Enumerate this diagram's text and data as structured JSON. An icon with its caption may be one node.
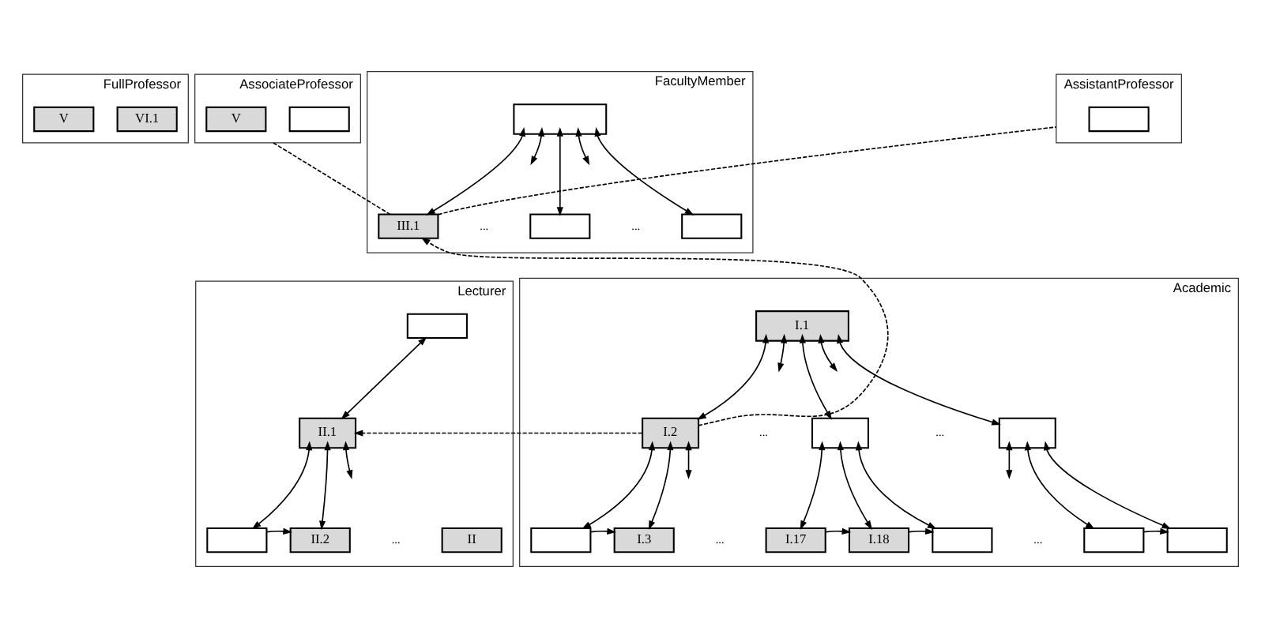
{
  "diagram": {
    "nodes": [
      {
        "text": [
          "FullProfessor"
        ]
      },
      {
        "text": [
          "VI.1"
        ],
        "in": 0
      },
      {
        "text": [
          "V"
        ],
        "in": 0
      },
      {
        "text": [
          "AssociateProfessor"
        ]
      },
      {
        "text": [],
        "shape": "box",
        "in": 3
      },
      {
        "text": [
          "V"
        ],
        "in": 3
      },
      {
        "text": [
          "AssistantProfessor"
        ]
      },
      {
        "text": [],
        "shape": "box",
        "in": 6
      },
      {
        "text": [
          "FacultyMember"
        ]
      },
      {
        "text": [],
        "shape": "box",
        "in": 8
      },
      {
        "text": [
          "III.1"
        ],
        "in": 8
      },
      {
        "text": [],
        "shape": "box",
        "in": 8
      },
      {
        "text": [],
        "shape": "box",
        "in": 8
      },
      {
        "text": [
          "Lecturer"
        ]
      },
      {
        "text": [],
        "shape": "box",
        "in": 13
      },
      {
        "text": [
          "II.1"
        ],
        "in": 13
      },
      {
        "text": [],
        "shape": "box",
        "in": 13
      },
      {
        "text": [
          "II.2"
        ],
        "in": 13
      },
      {
        "text": [
          "II"
        ],
        "in": 13
      },
      {
        "text": [
          "Academic"
        ]
      },
      {
        "text": [
          "I.1"
        ],
        "in": 19
      },
      {
        "text": [
          "I.2"
        ],
        "in": 19
      },
      {
        "text": [],
        "shape": "box",
        "in": 19
      },
      {
        "text": [],
        "shape": "box",
        "in": 19
      },
      {
        "text": [],
        "shape": "box",
        "in": 19
      },
      {
        "text": [
          "I.3"
        ],
        "in": 19
      },
      {
        "text": [
          "I.17"
        ],
        "in": 19
      },
      {
        "text": [
          "I.18"
        ],
        "in": 19
      },
      {
        "text": [],
        "shape": "box",
        "in": 19
      },
      {
        "text": [],
        "shape": "box",
        "in": 19
      },
      {
        "text": [],
        "shape": "box",
        "in": 19
      }
    ],
    "edges": [
      {
        "from": 9,
        "to": 10,
        "arrow": "both"
      },
      {
        "from": 9,
        "to": null,
        "arrow": "both"
      },
      {
        "from": 9,
        "to": 11,
        "arrow": "both"
      },
      {
        "from": 9,
        "to": null,
        "arrow": "both"
      },
      {
        "from": 9,
        "to": 12,
        "arrow": "both"
      },
      {
        "from": 10,
        "to": 6,
        "arrow": "none",
        "style": "dashed"
      },
      {
        "from": 10,
        "to": 3,
        "arrow": "none",
        "style": "dashed"
      },
      {
        "from": 14,
        "to": 15,
        "arrow": "both"
      },
      {
        "from": 15,
        "to": 16,
        "arrow": "both"
      },
      {
        "from": 15,
        "to": 17,
        "arrow": "both"
      },
      {
        "from": 15,
        "to": null,
        "arrow": "both"
      },
      {
        "from": 16,
        "to": 17,
        "arrow": "to"
      },
      {
        "from": 20,
        "to": 21,
        "arrow": "both"
      },
      {
        "from": 20,
        "to": null,
        "arrow": "both"
      },
      {
        "from": 20,
        "to": 22,
        "arrow": "both"
      },
      {
        "from": 20,
        "to": null,
        "arrow": "both"
      },
      {
        "from": 20,
        "to": 23,
        "arrow": "both"
      },
      {
        "from": 21,
        "to": 24,
        "arrow": "both"
      },
      {
        "from": 21,
        "to": 25,
        "arrow": "both"
      },
      {
        "from": 21,
        "to": null,
        "arrow": "both"
      },
      {
        "from": 22,
        "to": 26,
        "arrow": "both"
      },
      {
        "from": 22,
        "to": 27,
        "arrow": "both"
      },
      {
        "from": 22,
        "to": 28,
        "arrow": "both"
      },
      {
        "from": 23,
        "to": null,
        "arrow": "both"
      },
      {
        "from": 23,
        "to": 29,
        "arrow": "both"
      },
      {
        "from": 23,
        "to": 30,
        "arrow": "both"
      },
      {
        "from": 24,
        "to": 25,
        "arrow": "to"
      },
      {
        "from": 26,
        "to": 27,
        "arrow": "to"
      },
      {
        "from": 27,
        "to": 28,
        "arrow": "to"
      },
      {
        "from": 29,
        "to": 30,
        "arrow": "to"
      },
      {
        "from": 21,
        "to": 10,
        "arrow": "to",
        "style": "dashed"
      },
      {
        "from": 21,
        "to": 15,
        "arrow": "to",
        "style": "dashed"
      }
    ],
    "labels": [
      "...",
      "...",
      "...",
      "...",
      "...",
      "...",
      "..."
    ]
  }
}
